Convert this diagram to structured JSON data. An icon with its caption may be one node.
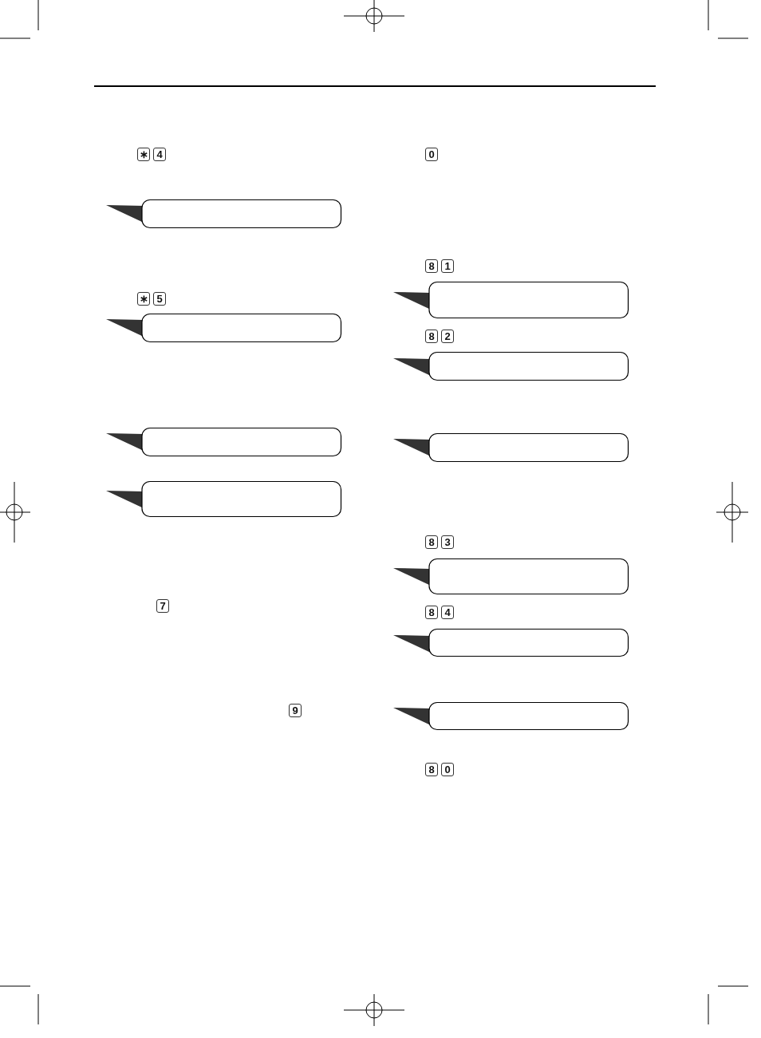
{
  "diagram": {
    "nodes": [
      {
        "text": [],
        "shape": "callout"
      },
      {
        "text": [],
        "shape": "callout"
      },
      {
        "text": [],
        "shape": "callout"
      },
      {
        "text": [],
        "shape": "callout"
      },
      {
        "text": [],
        "shape": "callout"
      },
      {
        "text": [],
        "shape": "callout"
      },
      {
        "text": [],
        "shape": "callout"
      },
      {
        "text": [],
        "shape": "callout"
      },
      {
        "text": [],
        "shape": "callout"
      },
      {
        "text": [],
        "shape": "callout"
      }
    ],
    "labels": [
      "∗",
      "4",
      "∗",
      "5",
      "7",
      "9",
      "0",
      "8",
      "1",
      "8",
      "2",
      "8",
      "3",
      "8",
      "4",
      "8",
      "0"
    ]
  }
}
